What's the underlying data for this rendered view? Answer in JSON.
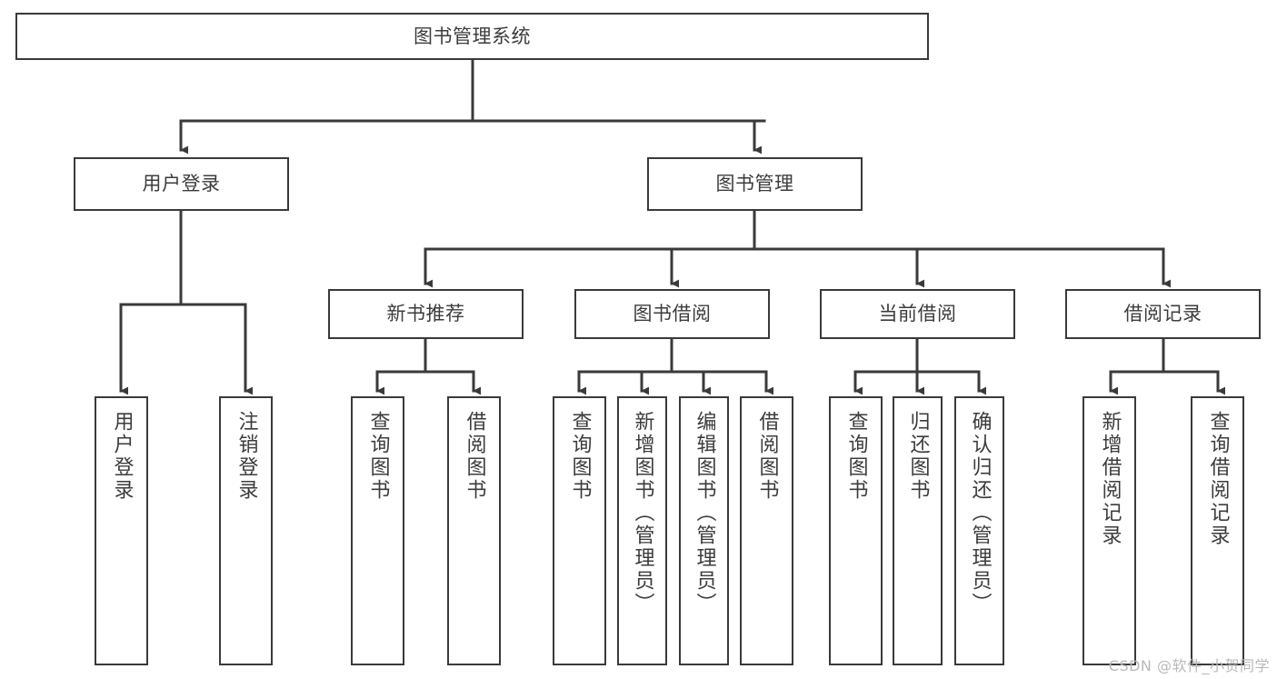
{
  "diagram": {
    "title": "图书管理系统",
    "type": "tree",
    "orientation": "top-down",
    "stroke_color": "#3a3a3a",
    "text_color": "#3c3c3c",
    "background_color": "#ffffff",
    "watermark": "CSDN @软件_小贺同学",
    "levels": [
      {
        "level": 0,
        "nodes": [
          {
            "id": "root",
            "label": "图书管理系统",
            "orientation": "horizontal"
          }
        ]
      },
      {
        "level": 1,
        "nodes": [
          {
            "id": "login",
            "label": "用户登录",
            "orientation": "horizontal",
            "parent": "root"
          },
          {
            "id": "bookmgmt",
            "label": "图书管理",
            "orientation": "horizontal",
            "parent": "root"
          }
        ]
      },
      {
        "level": 2,
        "nodes": [
          {
            "id": "newbook",
            "label": "新书推荐",
            "orientation": "horizontal",
            "parent": "bookmgmt"
          },
          {
            "id": "borrow",
            "label": "图书借阅",
            "orientation": "horizontal",
            "parent": "bookmgmt"
          },
          {
            "id": "current",
            "label": "当前借阅",
            "orientation": "horizontal",
            "parent": "bookmgmt"
          },
          {
            "id": "records",
            "label": "借阅记录",
            "orientation": "horizontal",
            "parent": "bookmgmt"
          }
        ]
      },
      {
        "level": 3,
        "nodes": [
          {
            "id": "leaf1",
            "label": "用户登录",
            "orientation": "vertical",
            "parent": "login"
          },
          {
            "id": "leaf2",
            "label": "注销登录",
            "orientation": "vertical",
            "parent": "login"
          },
          {
            "id": "leaf3",
            "label": "查询图书",
            "orientation": "vertical",
            "parent": "newbook"
          },
          {
            "id": "leaf4",
            "label": "借阅图书",
            "orientation": "vertical",
            "parent": "newbook"
          },
          {
            "id": "leaf5",
            "label": "查询图书",
            "orientation": "vertical",
            "parent": "borrow"
          },
          {
            "id": "leaf6",
            "label": "新增图书（管理员）",
            "orientation": "vertical",
            "parent": "borrow"
          },
          {
            "id": "leaf7",
            "label": "编辑图书（管理员）",
            "orientation": "vertical",
            "parent": "borrow"
          },
          {
            "id": "leaf8",
            "label": "借阅图书",
            "orientation": "vertical",
            "parent": "borrow"
          },
          {
            "id": "leaf9",
            "label": "查询图书",
            "orientation": "vertical",
            "parent": "current"
          },
          {
            "id": "leaf10",
            "label": "归还图书",
            "orientation": "vertical",
            "parent": "current"
          },
          {
            "id": "leaf11",
            "label": "确认归还（管理员）",
            "orientation": "vertical",
            "parent": "current"
          },
          {
            "id": "leaf12",
            "label": "新增借阅记录",
            "orientation": "vertical",
            "parent": "records"
          },
          {
            "id": "leaf13",
            "label": "查询借阅记录",
            "orientation": "vertical",
            "parent": "records"
          }
        ]
      }
    ]
  }
}
